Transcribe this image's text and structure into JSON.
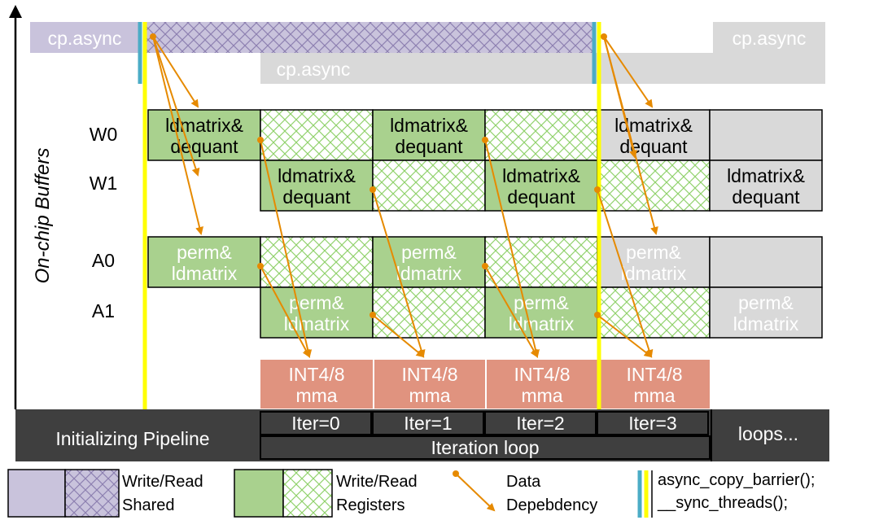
{
  "axis_label": "On-chip Buffers",
  "rows": {
    "w0": "W0",
    "w1": "W1",
    "a0": "A0",
    "a1": "A1"
  },
  "cpasync": "cp.async",
  "block_w": [
    "ldmatrix&",
    "dequant"
  ],
  "block_a": [
    "perm&",
    "ldmatrix"
  ],
  "block_mma": [
    "INT4/8",
    "mma"
  ],
  "bottom": {
    "init": "Initializing Pipeline",
    "iters": [
      "Iter=0",
      "Iter=1",
      "Iter=2",
      "Iter=3"
    ],
    "loop": "Iteration loop",
    "loops": "loops..."
  },
  "legend": {
    "shared": [
      "Write/Read",
      "Shared"
    ],
    "registers": [
      "Write/Read",
      "Registers"
    ],
    "dep": [
      "Data",
      "Depebdency"
    ],
    "barrier": [
      "async_copy_barrier();",
      "__sync_threads();"
    ]
  },
  "colors": {
    "shared": "#c9c3dc",
    "green": "#a9d18e",
    "gray": "#d9d9d9",
    "mma": "#e0937f",
    "dark": "#3f3f3f",
    "arrow": "#e68a00",
    "yellow": "#ffff00",
    "blue": "#4bacc6"
  }
}
